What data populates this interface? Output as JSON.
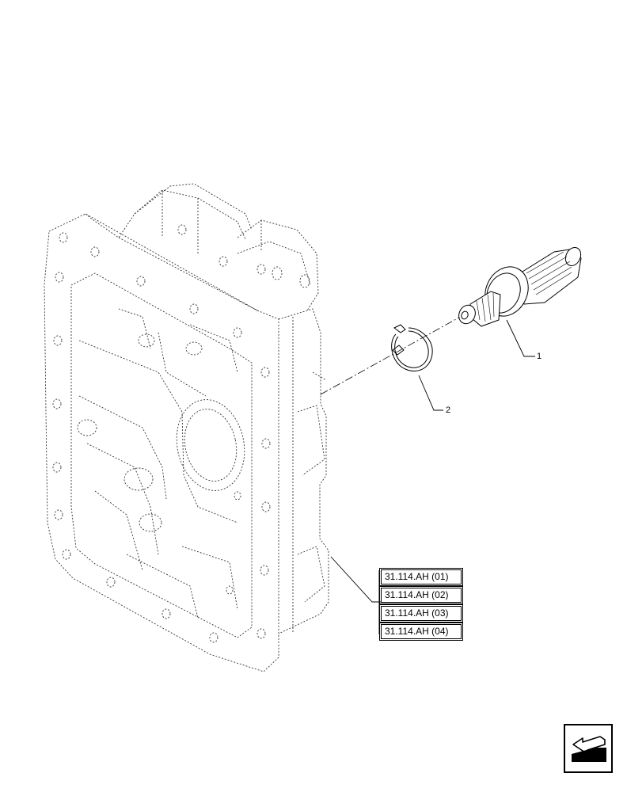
{
  "callouts": {
    "item_1": "1",
    "item_2": "2"
  },
  "references": [
    "31.114.AH (01)",
    "31.114.AH (02)",
    "31.114.AH (03)",
    "31.114.AH (04)"
  ],
  "icons": {
    "navigation": "arrow-left-navigation-icon"
  }
}
